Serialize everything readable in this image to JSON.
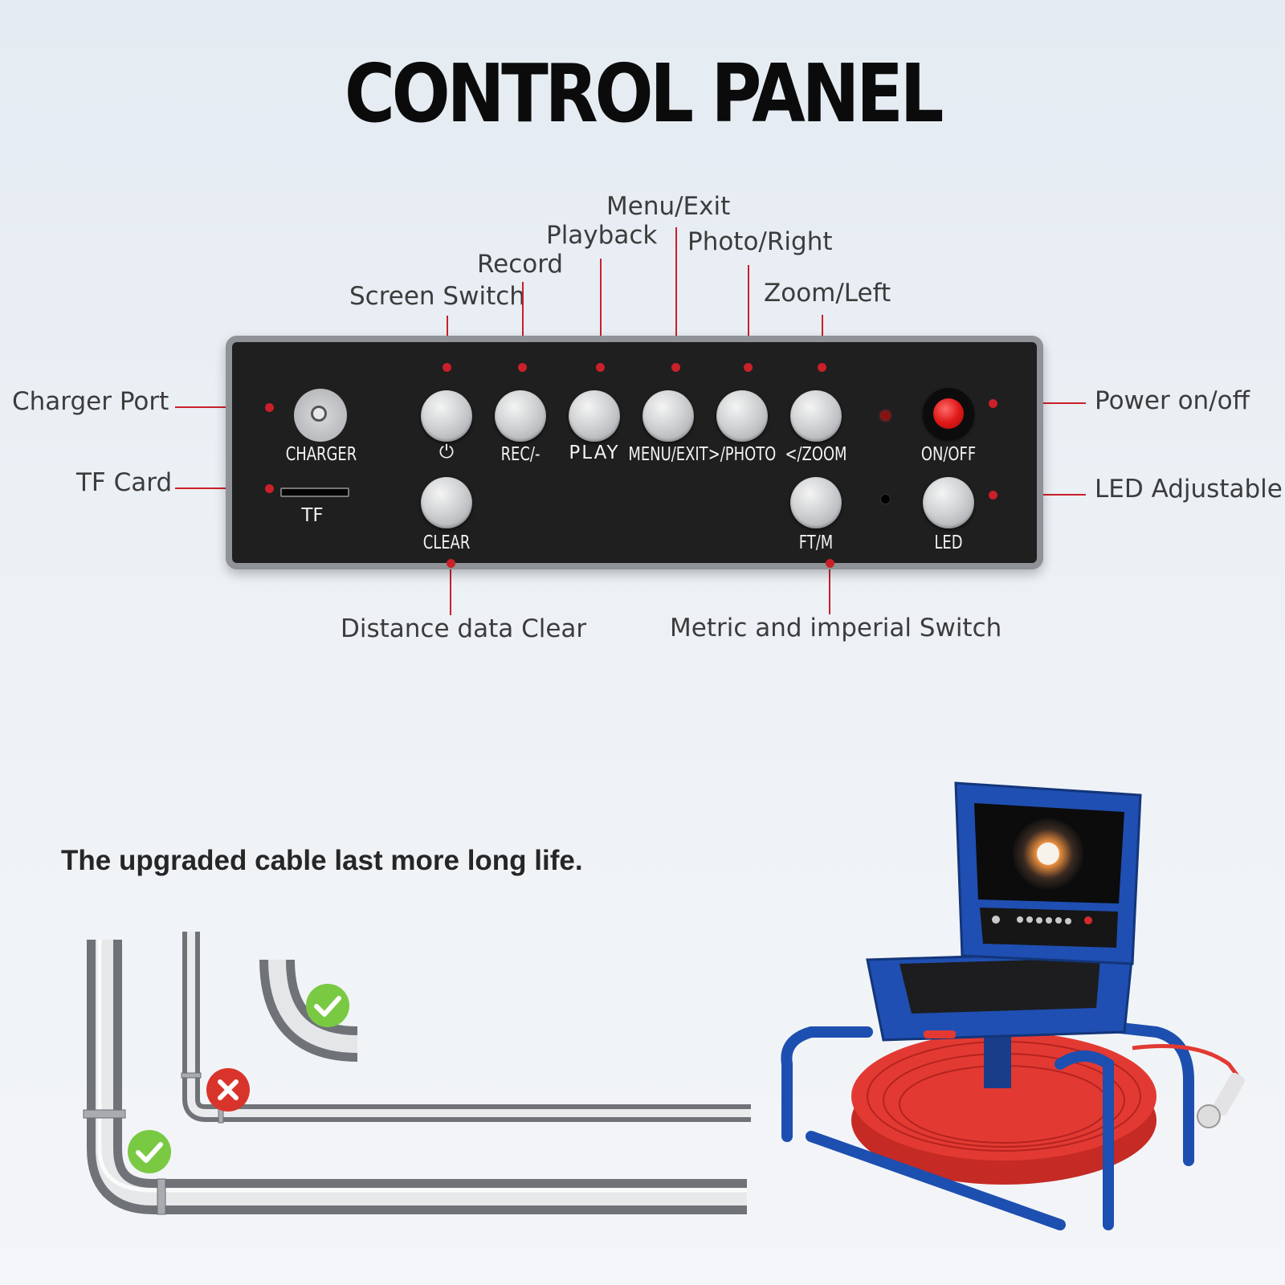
{
  "title": "CONTROL PANEL",
  "callouts": {
    "menu_exit": "Menu/Exit",
    "playback": "Playback",
    "photo_right": "Photo/Right",
    "record": "Record",
    "zoom_left": "Zoom/Left",
    "screen_switch": "Screen Switch",
    "charger_port": "Charger Port",
    "power": "Power on/off",
    "tf_card": "TF Card",
    "led_adjustable": "LED Adjustable",
    "distance_clear": "Distance data Clear",
    "metric_imperial": "Metric and imperial Switch"
  },
  "panel": {
    "charger": "CHARGER",
    "tf": "TF",
    "screen_symbol": "⏻",
    "rec": "REC/-",
    "play": "PLAY",
    "menu": "MENU/EXIT",
    "photo": ">/PHOTO",
    "zoom": "</ZOOM",
    "on_off": "ON/OFF",
    "clear": "CLEAR",
    "ftm": "FT/M",
    "led": "LED"
  },
  "cable_caption": "The upgraded cable last more long life.",
  "colors": {
    "accent_red": "#c9202a",
    "check_green": "#7ac943",
    "cross_red": "#d9342b",
    "case_blue": "#1d4fb0",
    "cable_red": "#e23a33"
  },
  "icons": {
    "check": "check-icon",
    "cross": "cross-icon"
  }
}
